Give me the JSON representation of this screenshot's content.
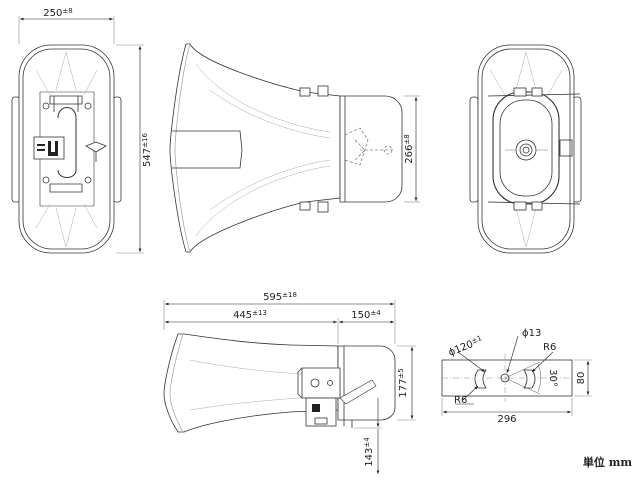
{
  "dimensions": {
    "front_width": {
      "value": "250",
      "tol": "±8"
    },
    "front_height": {
      "value": "547",
      "tol": "±16"
    },
    "side_throat_height": {
      "value": "266",
      "tol": "±8"
    },
    "overall_length": {
      "value": "595",
      "tol": "±18"
    },
    "horn_length": {
      "value": "445",
      "tol": "±13"
    },
    "driver_length": {
      "value": "150",
      "tol": "±4"
    },
    "bottom_height": {
      "value": "177",
      "tol": "±5"
    },
    "bracket_height": {
      "value": "143",
      "tol": "±4"
    },
    "bracket_hole_circle": {
      "value": "120",
      "tol": "±1",
      "prefix": "ϕ"
    },
    "bracket_hole_dia": {
      "value": "13",
      "prefix": "ϕ"
    },
    "bracket_radius_right": "R6",
    "bracket_radius_left": "R6",
    "bracket_angle": "30°",
    "bracket_width": "296",
    "bracket_depth": "80"
  },
  "unit_label": "単位 mm"
}
